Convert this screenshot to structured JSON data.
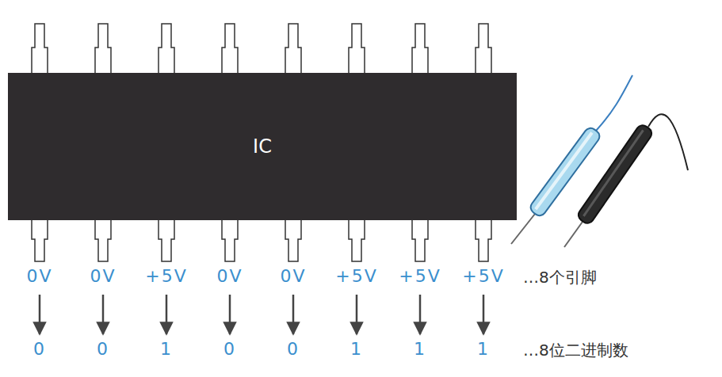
{
  "diagram": {
    "nodes": [
      {
        "text": [
          "IC"
        ]
      }
    ],
    "labels": [
      "0V",
      "0V",
      "+5V",
      "0V",
      "0V",
      "+5V",
      "+5V",
      "+5V",
      "…8个引脚",
      "0",
      "0",
      "1",
      "0",
      "0",
      "1",
      "1",
      "1",
      "…8位二进制数"
    ]
  }
}
